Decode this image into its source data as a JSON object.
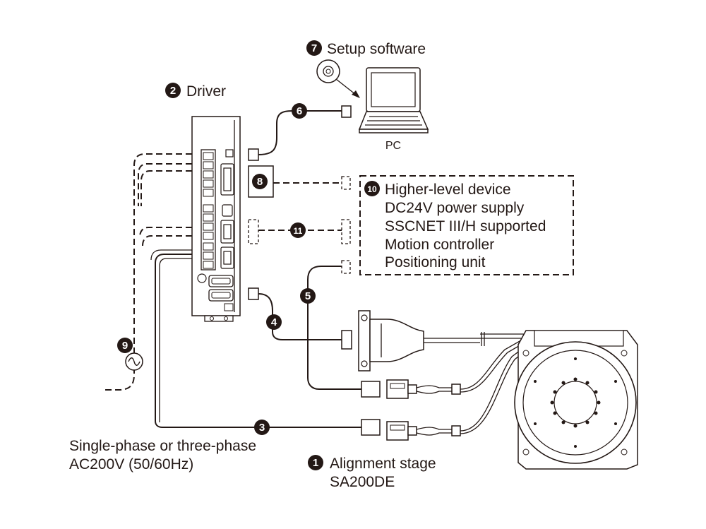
{
  "labels": {
    "setup_software": "Setup software",
    "driver": "Driver",
    "pc": "PC",
    "higher_level_device": "Higher-level device",
    "dc24v": "DC24V power supply",
    "sscnet": "SSCNET III/H supported",
    "motion_controller": "Motion controller",
    "positioning_unit": "Positioning unit",
    "power_line1": "Single-phase or three-phase",
    "power_line2": "AC200V (50/60Hz)",
    "stage_line1": "Alignment stage",
    "stage_line2": "SA200DE"
  },
  "markers": {
    "m1": "1",
    "m2": "2",
    "m3": "3",
    "m4": "4",
    "m5": "5",
    "m6": "6",
    "m7": "7",
    "m8": "8",
    "m9": "9",
    "m10": "10",
    "m11": "11"
  }
}
